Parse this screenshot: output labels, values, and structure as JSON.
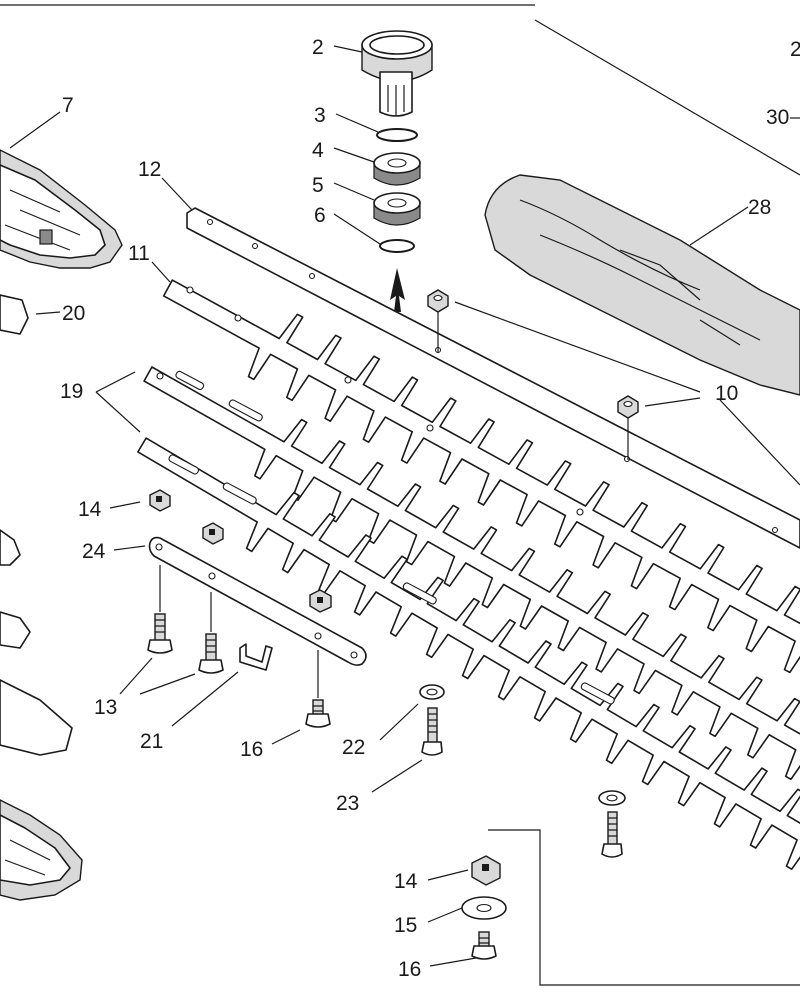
{
  "callouts": {
    "c2": "2",
    "c3": "3",
    "c4": "4",
    "c5": "5",
    "c6": "6",
    "c7": "7",
    "c10": "10",
    "c11": "11",
    "c12": "12",
    "c13": "13",
    "c14a": "14",
    "c14b": "14",
    "c15": "15",
    "c16a": "16",
    "c16b": "16",
    "c19": "19",
    "c20": "20",
    "c21": "21",
    "c22": "22",
    "c23": "23",
    "c24": "24",
    "c28": "28",
    "c30": "30",
    "c2right": "2"
  },
  "colors": {
    "ink": "#1a1a1a",
    "paper": "#ffffff",
    "shade": "#d9d9d9"
  }
}
